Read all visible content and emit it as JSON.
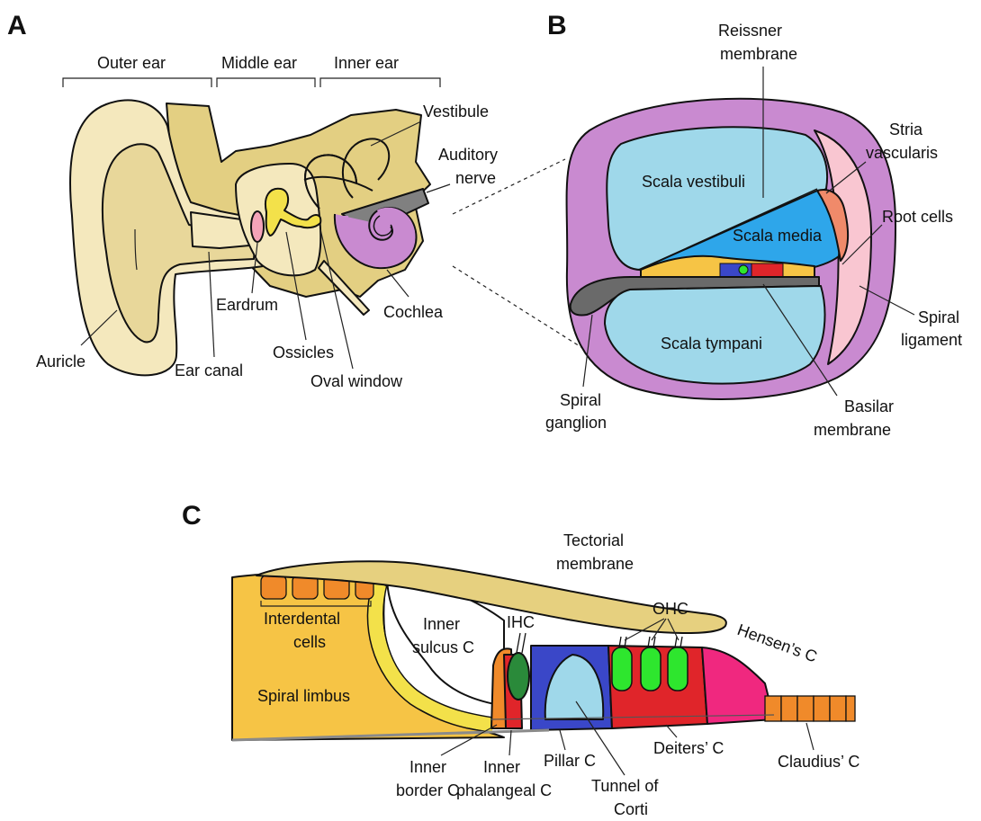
{
  "panels": {
    "a": "A",
    "b": "B",
    "c": "C"
  },
  "panel_a": {
    "regions": {
      "outer": "Outer ear",
      "middle": "Middle ear",
      "inner": "Inner ear"
    },
    "labels": {
      "vestibule": "Vestibule",
      "auditory_nerve_1": "Auditory",
      "auditory_nerve_2": "nerve",
      "eardrum": "Eardrum",
      "cochlea": "Cochlea",
      "auricle": "Auricle",
      "ear_canal": "Ear canal",
      "ossicles": "Ossicles",
      "oval_window": "Oval window"
    }
  },
  "panel_b": {
    "labels": {
      "reissner_1": "Reissner",
      "reissner_2": "membrane",
      "stria_1": "Stria",
      "stria_2": "vascularis",
      "scala_vestibuli": "Scala vestibuli",
      "scala_media": "Scala media",
      "root_cells": "Root cells",
      "scala_tympani": "Scala tympani",
      "spiral_ligament_1": "Spiral",
      "spiral_ligament_2": "ligament",
      "spiral_ganglion_1": "Spiral",
      "spiral_ganglion_2": "ganglion",
      "basilar_1": "Basilar",
      "basilar_2": "membrane"
    }
  },
  "panel_c": {
    "labels": {
      "tectorial_1": "Tectorial",
      "tectorial_2": "membrane",
      "ohc": "OHC",
      "interdental_1": "Interdental",
      "interdental_2": "cells",
      "inner_sulcus_1": "Inner",
      "inner_sulcus_2": "sulcus C",
      "ihc": "IHC",
      "hensens": "Hensen’s C",
      "spiral_limbus": "Spiral limbus",
      "pillar": "Pillar C",
      "deiters": "Deiters’ C",
      "claudius": "Claudius’ C",
      "inner_border_1": "Inner",
      "inner_border_2": "border C",
      "inner_phalangeal_1": "Inner",
      "inner_phalangeal_2": "phalangeal C",
      "tunnel_1": "Tunnel of",
      "tunnel_2": "Corti"
    }
  },
  "colors": {
    "skin_light": "#f4e8bd",
    "skin": "#e8d79a",
    "bone": "#e3cf82",
    "labyrinth": "#c98ad0",
    "scala": "#9fd8ea",
    "media": "#2ea6ea",
    "ligament": "#f9c6d1",
    "limbus": "#f6c445",
    "tectorial": "#e6d07f",
    "pillar": "#3a47c8",
    "deiters": "#e0252a",
    "hensen": "#f0287f",
    "ohc": "#2ee62e",
    "claudius": "#f08a2a"
  }
}
